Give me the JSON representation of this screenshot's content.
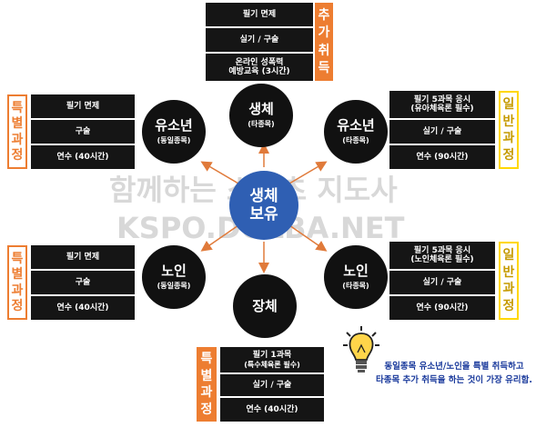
{
  "watermark": {
    "line1": "함께하는 스포츠 지도사",
    "line2": "KSPO.DOLBA.NET"
  },
  "center": {
    "line1": "생체",
    "line2": "보유"
  },
  "nodes": {
    "top": {
      "title": "생체",
      "sub": "(타종목)"
    },
    "upper_left": {
      "title": "유소년",
      "sub": "(동일종목)"
    },
    "upper_right": {
      "title": "유소년",
      "sub": "(타종목)"
    },
    "lower_left": {
      "title": "노인",
      "sub": "(동일종목)"
    },
    "lower_right": {
      "title": "노인",
      "sub": "(타종목)"
    },
    "bottom": {
      "title": "장체",
      "sub": ""
    }
  },
  "cards": {
    "top": {
      "tag": [
        "추",
        "가",
        "취",
        "득"
      ],
      "rows": [
        "필기 면제",
        "실기 / 구술",
        "온라인 성폭력\n예방교육 (3시간)"
      ]
    },
    "upper_left": {
      "tag": [
        "특",
        "별",
        "과",
        "정"
      ],
      "rows": [
        "필기 면제",
        "구술",
        "연수 (40시간)"
      ]
    },
    "upper_right": {
      "tag": [
        "일",
        "반",
        "과",
        "정"
      ],
      "rows": [
        "필기 5과목 응시\n(유아체육론 필수)",
        "실기 / 구술",
        "연수 (90시간)"
      ]
    },
    "lower_left": {
      "tag": [
        "특",
        "별",
        "과",
        "정"
      ],
      "rows": [
        "필기 면제",
        "구술",
        "연수 (40시간)"
      ]
    },
    "lower_right": {
      "tag": [
        "일",
        "반",
        "과",
        "정"
      ],
      "rows": [
        "필기 5과목 응시\n(노인체육론 필수)",
        "실기 / 구술",
        "연수 (90시간)"
      ]
    },
    "bottom": {
      "tag": [
        "특",
        "별",
        "과",
        "정"
      ],
      "rows": [
        "필기 1과목\n(특수체육론 필수)",
        "실기 / 구술",
        "연수 (40시간)"
      ]
    }
  },
  "note": {
    "line1": "동일종목 유소년/노인을 특별 취득하고",
    "line2": "타종목 추가 취득을 하는 것이 가장 유리함."
  },
  "colors": {
    "orange": "#ed7d31",
    "yellow": "#ffd700",
    "blue": "#2f5fb3",
    "node": "#111111",
    "arrow": "#e07a3a"
  },
  "icons": {
    "note_icon": "lightbulb-icon"
  }
}
